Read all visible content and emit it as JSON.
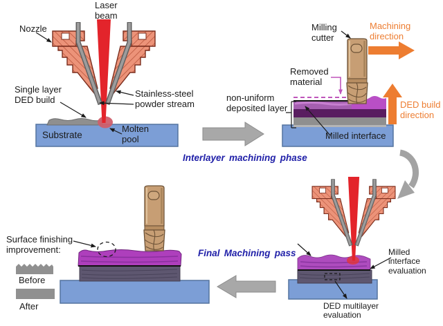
{
  "labels": {
    "laser_beam": "Laser\nbeam",
    "nozzle": "Nozzle",
    "single_layer_ded_build": "Single layer\nDED build",
    "stainless_steel_powder_stream": "Stainless-steel\npowder stream",
    "substrate": "Substrate",
    "molten_pool": "Molten\npool",
    "milling_cutter": "Milling\ncutter",
    "machining_direction": "Machining\ndirection",
    "removed_material": "Removed\nmaterial",
    "non_uniform_deposited_layer": "non-uniform\ndeposited layer",
    "ded_build_direction": "DED build\ndirection",
    "milled_interface": "Milled interface",
    "interlayer_machining_phase": "Interlayer machining phase",
    "final_machining_pass": "Final Machining pass",
    "milled_interface_evaluation": "Milled interface\nevaluation",
    "ded_multilayer_evaluation": "DED multilayer\nevaluation",
    "surface_finishing_improvement": "Surface finishing\nimprovement:",
    "before": "Before",
    "after": "After"
  },
  "graphics": [
    "ded-nozzle-icon",
    "laser-beam-icon",
    "molten-pool-icon",
    "substrate-block",
    "milling-cutter-icon",
    "deposited-layer-stack",
    "machining-direction-arrow",
    "ded-build-direction-arrow",
    "process-flow-arrow",
    "curved-flow-arrow",
    "removed-material-dashed-line",
    "evaluation-dashed-outline",
    "before-rough-surface-icon",
    "after-smooth-surface-icon"
  ],
  "colors": {
    "laser_red": "#e3242b",
    "nozzle_salmon": "#ec9379",
    "nozzle_outline": "#7a2d1d",
    "substrate_blue": "#7c9ed6",
    "deposit_magenta": "#b94fc6",
    "milled_orchid": "#a55fb0",
    "deposit_dark_purple": "#591d60",
    "milled_block_gray_purple": "#5e5770",
    "cutter_tan": "#c79e74",
    "accent_orange": "#ed7d31",
    "phase_text_blue": "#1f1fa8",
    "arrow_gray": "#a8a8a8",
    "removed_material_magenta": "#bf55bb"
  }
}
